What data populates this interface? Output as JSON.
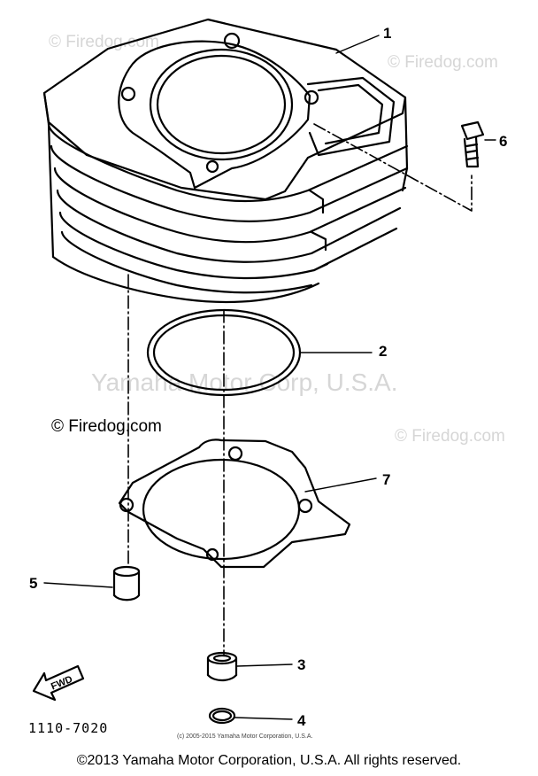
{
  "watermarks": {
    "top_left": "© Firedog.com",
    "top_right": "© Firedog.com",
    "center": "Yamaha Motor Corp, U.S.A.",
    "mid_left": "© Firedog.com",
    "mid_right": "© Firedog.com"
  },
  "callouts": [
    "1",
    "2",
    "3",
    "4",
    "5",
    "6",
    "7"
  ],
  "fwd_label": "FWD",
  "part_code": "1110-7020",
  "small_copyright": "(c) 2005-2015 Yamaha Motor Corporation, U.S.A.",
  "footer": "©2013 Yamaha Motor Corporation, U.S.A. All rights reserved."
}
